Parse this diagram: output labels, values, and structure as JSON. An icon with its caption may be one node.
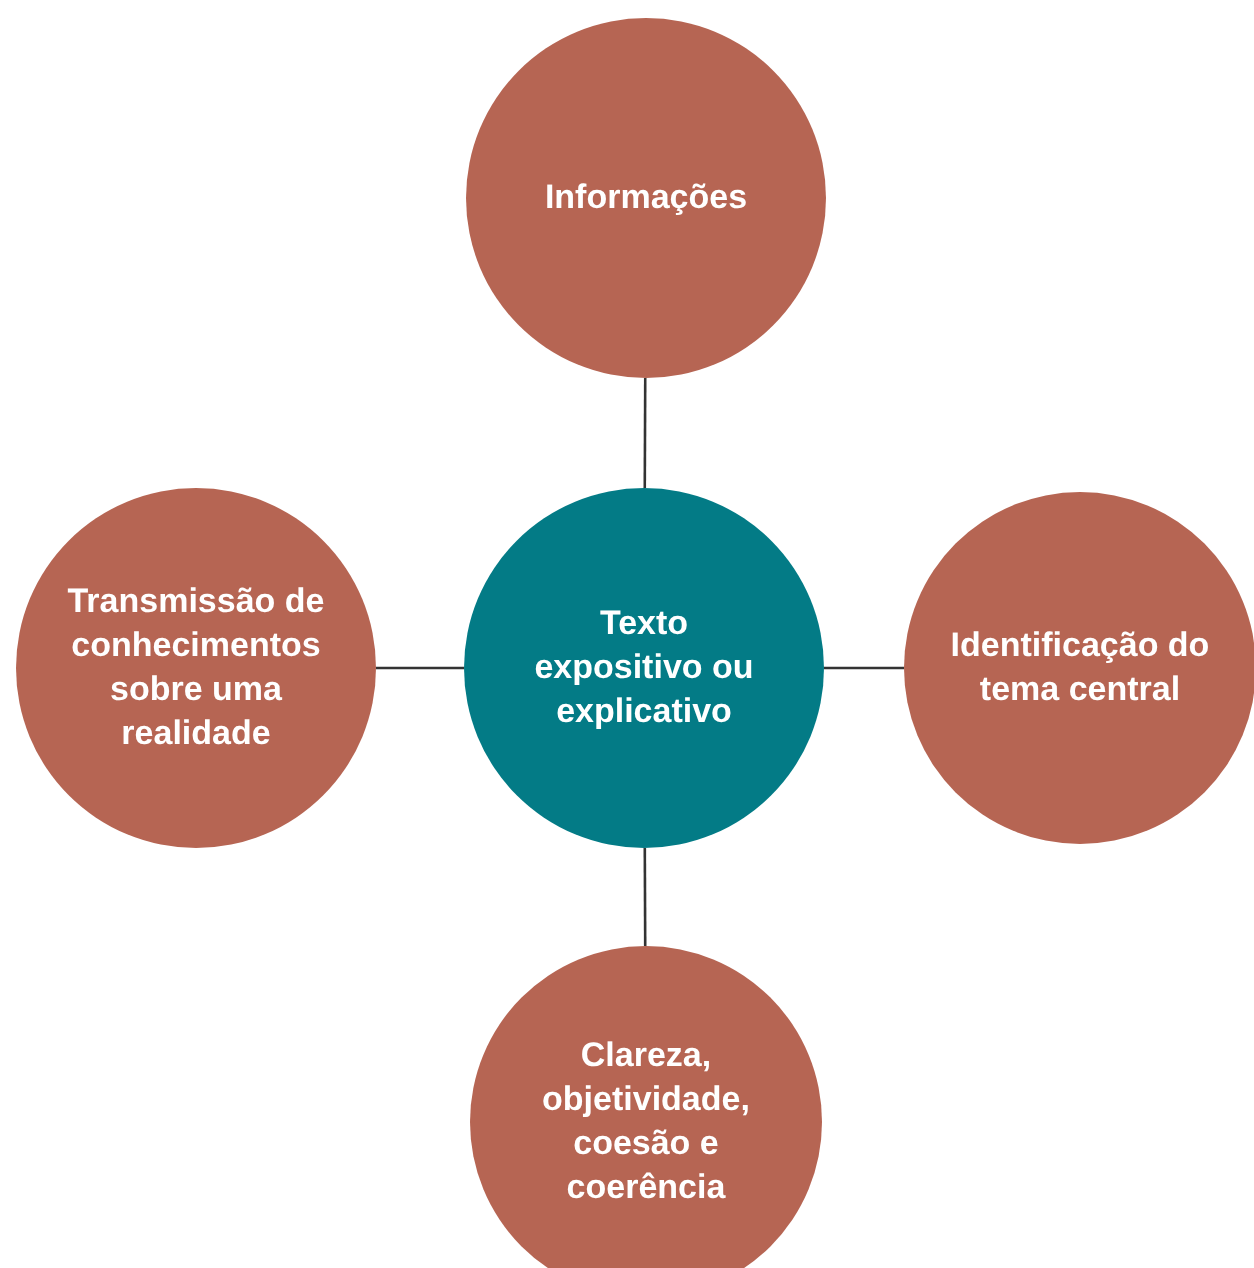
{
  "diagram": {
    "nodes": [
      {
        "text": [
          "Informações"
        ]
      },
      {
        "text": [
          "Transmissão de conhecimentos sobre uma realidade"
        ]
      },
      {
        "text": [
          "Texto expositivo ou explicativo"
        ]
      },
      {
        "text": [
          "Identificação do tema central"
        ]
      },
      {
        "text": [
          "Clareza, objetividade, coesão e coerência"
        ]
      }
    ],
    "edges": [
      {
        "from": 2,
        "to": 0,
        "arrow": "none"
      },
      {
        "from": 2,
        "to": 1,
        "arrow": "none"
      },
      {
        "from": 2,
        "to": 3,
        "arrow": "none"
      },
      {
        "from": 2,
        "to": 4,
        "arrow": "none"
      }
    ]
  }
}
